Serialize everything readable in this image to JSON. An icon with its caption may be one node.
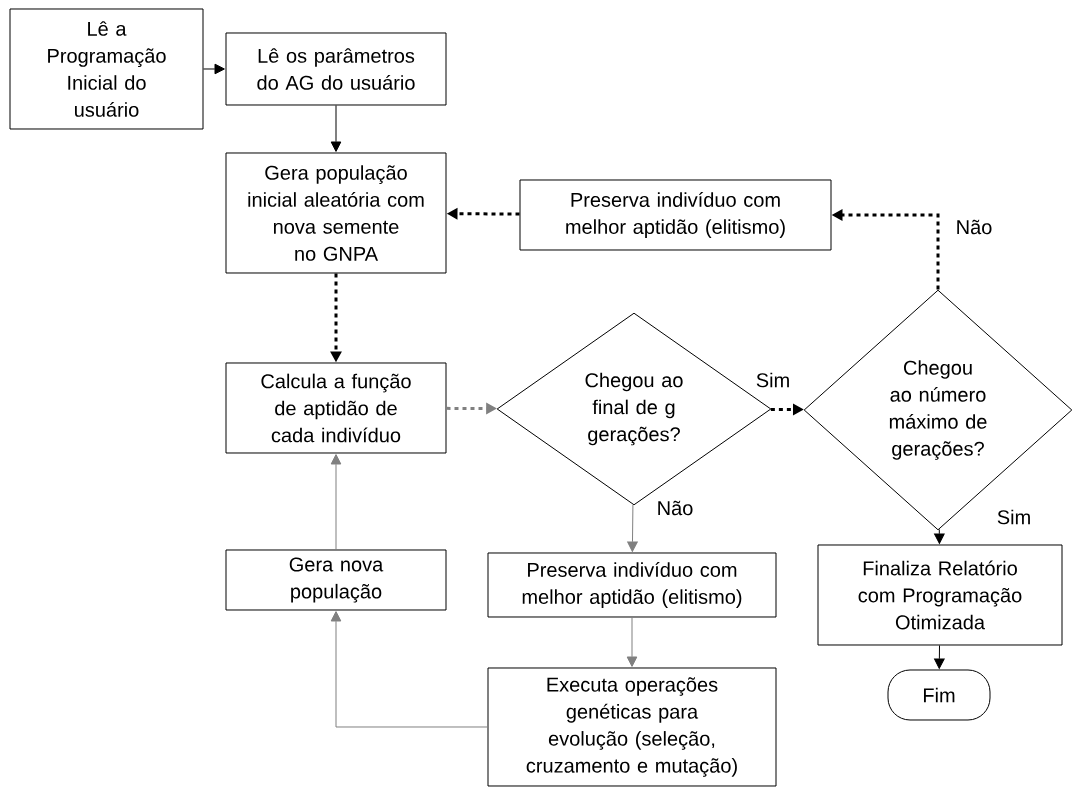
{
  "diagram": {
    "nodes": [
      {
        "text": [
          "Lê a Programação Inicial do usuário"
        ]
      },
      {
        "text": [
          "Lê os parâmetros do AG do usuário"
        ]
      },
      {
        "text": [
          "Gera população inicial aleatória com nova semente no GNPA"
        ]
      },
      {
        "text": [
          "Preserva indivíduo com melhor aptidão (elitismo)"
        ]
      },
      {
        "text": [
          "Calcula a função de aptidão de cada indivíduo"
        ]
      },
      {
        "text": [
          "Chegou ao final de g gerações?"
        ]
      },
      {
        "text": [
          "Chegou ao número máximo de gerações?"
        ]
      },
      {
        "text": [
          "Gera nova população"
        ]
      },
      {
        "text": [
          "Preserva indivíduo com melhor aptidão (elitismo)"
        ]
      },
      {
        "text": [
          "Executa operações genéticas para evolução (seleção, cruzamento e mutação)"
        ]
      },
      {
        "text": [
          "Finaliza Relatório com Programação Otimizada"
        ]
      },
      {
        "text": [
          "Fim"
        ]
      }
    ],
    "edges": [
      {
        "from": 0,
        "to": 1,
        "arrow": "to"
      },
      {
        "from": 1,
        "to": 2,
        "arrow": "to"
      },
      {
        "from": 2,
        "to": 4,
        "arrow": "to",
        "style": "dashed"
      },
      {
        "from": 3,
        "to": 2,
        "arrow": "to",
        "style": "dashed"
      },
      {
        "from": 4,
        "to": 5,
        "arrow": "to",
        "style": "dashed",
        "color": "#808080"
      },
      {
        "from": 5,
        "to": 6,
        "arrow": "to",
        "style": "dashed",
        "label": "Sim"
      },
      {
        "from": 6,
        "to": 3,
        "arrow": "to",
        "style": "dashed",
        "label": "Não"
      },
      {
        "from": 5,
        "to": 8,
        "arrow": "to",
        "color": "#808080",
        "label": "Não"
      },
      {
        "from": 6,
        "to": 10,
        "arrow": "to",
        "label": "Sim"
      },
      {
        "from": 8,
        "to": 9,
        "arrow": "to",
        "color": "#808080"
      },
      {
        "from": 9,
        "to": 7,
        "arrow": "to",
        "color": "#808080"
      },
      {
        "from": 7,
        "to": 4,
        "arrow": "to",
        "color": "#808080"
      },
      {
        "from": 10,
        "to": 11,
        "arrow": "to"
      }
    ]
  }
}
